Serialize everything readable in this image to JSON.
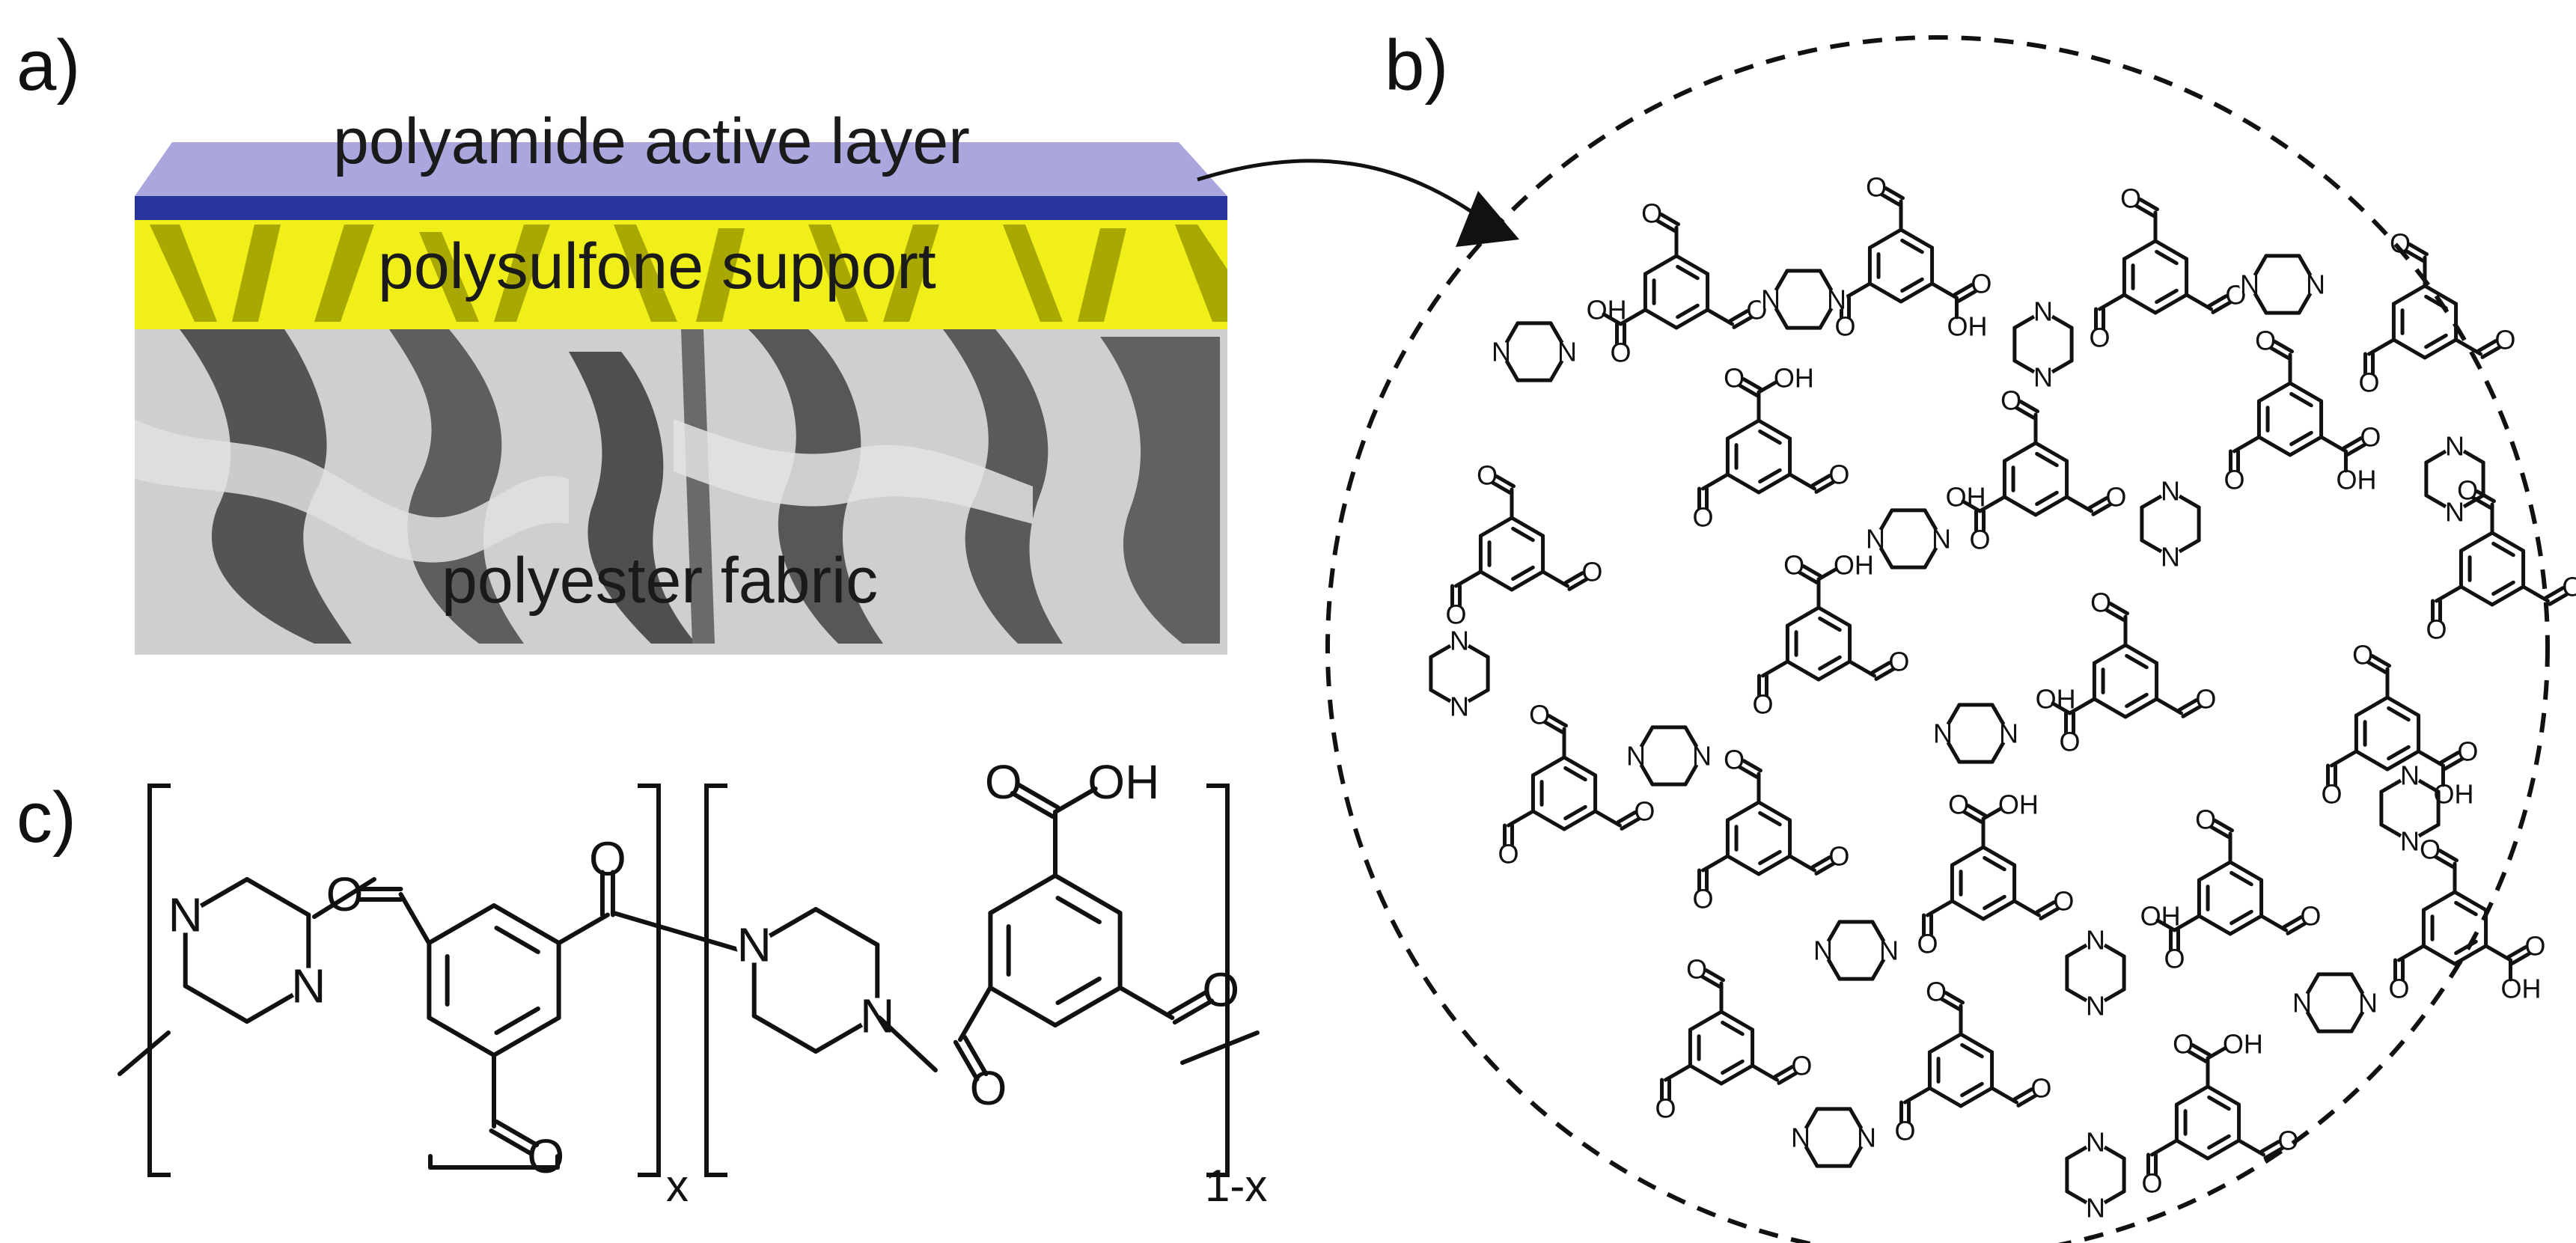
{
  "panels": {
    "a": {
      "label": "a)"
    },
    "b": {
      "label": "b)"
    },
    "c": {
      "label": "c)"
    }
  },
  "layers": {
    "active": "polyamide active layer",
    "support": "polysulfone support",
    "fabric": "polyester fabric"
  },
  "colors": {
    "active_layer": "#a9a7de",
    "active_stripe": "#27359c",
    "support_layer": "#f0ef1a",
    "support_shadow": "#a8a800",
    "fabric_light": "#cfcfcf",
    "fabric_dark": "#545454"
  },
  "atoms": {
    "nitrogen": "N",
    "oxygen": "O",
    "acid": "OH"
  },
  "repeat_units": {
    "first": "x",
    "second": "1-x"
  }
}
